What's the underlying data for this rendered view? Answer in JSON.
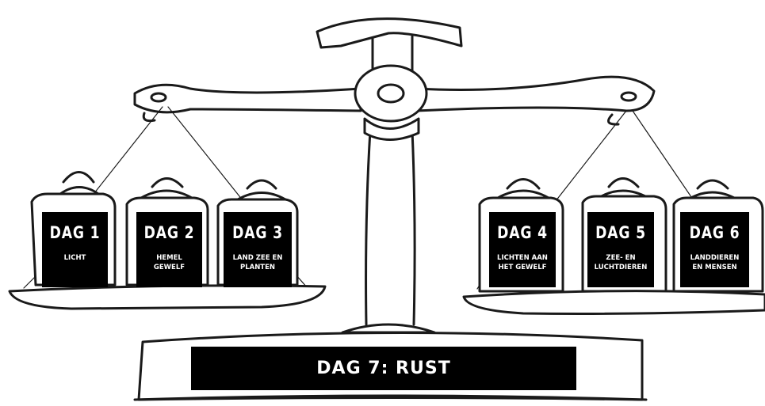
{
  "days": [
    {
      "title": "DAG 1",
      "text": "LICHT"
    },
    {
      "title": "DAG 2",
      "text": "HEMEL GEWELF"
    },
    {
      "title": "DAG 3",
      "text": "LAND ZEE EN PLANTEN"
    },
    {
      "title": "DAG 4",
      "text": "LICHTEN AAN HET GEWELF"
    },
    {
      "title": "DAG 5",
      "text": "ZEE- EN LUCHTDIEREN"
    },
    {
      "title": "DAG 6",
      "text": "LANDDIEREN EN MENSEN"
    }
  ],
  "rest": "DAG 7: RUST",
  "colors": {
    "ink": "#000000",
    "paper": "#ffffff"
  }
}
